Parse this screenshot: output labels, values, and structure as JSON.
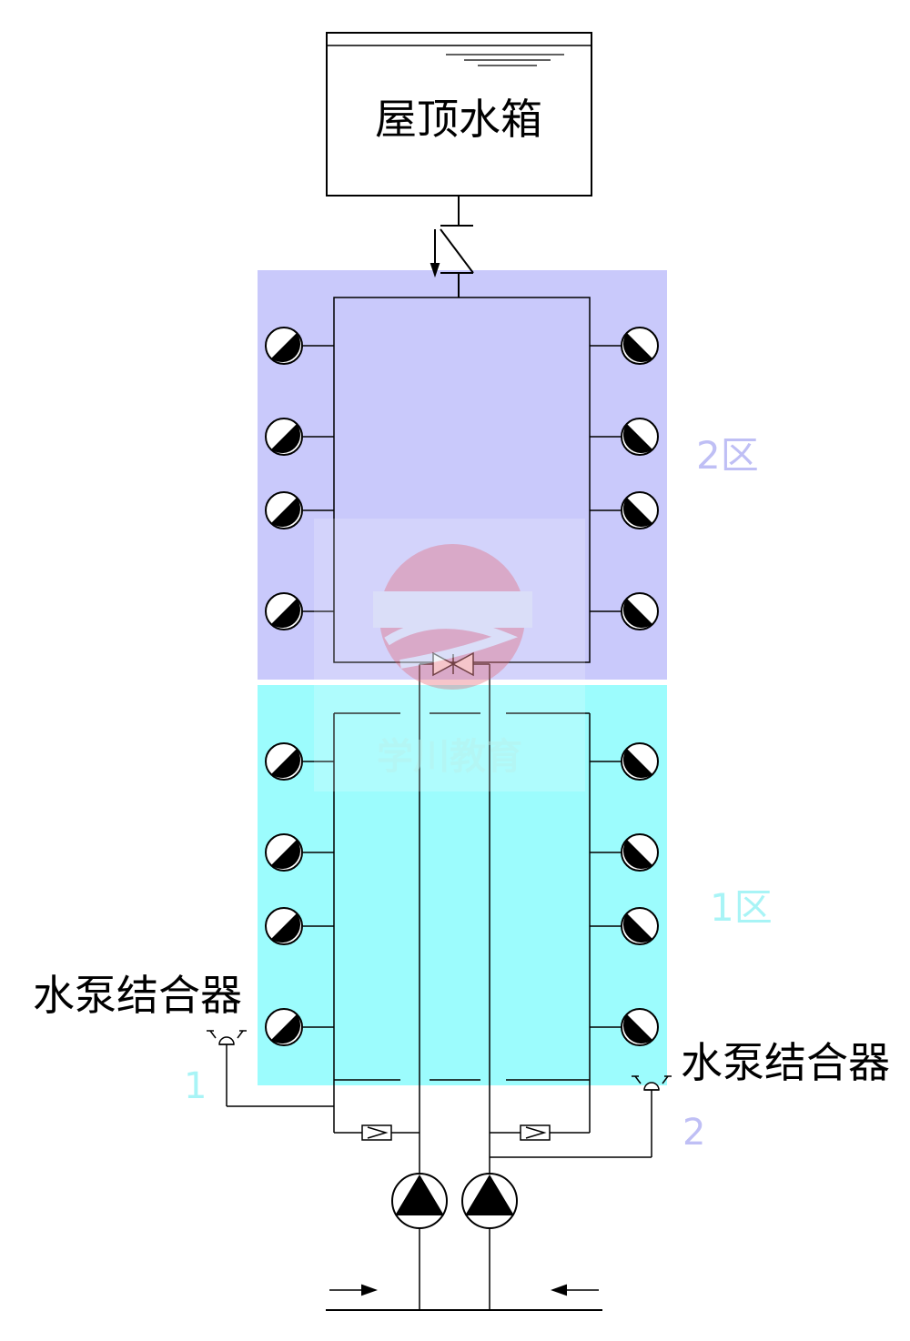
{
  "diagram": {
    "roof_tank_label": "屋顶水箱",
    "zone_upper_label": "2区",
    "zone_lower_label": "1区",
    "pump_adapter_left_label": "水泵结合器",
    "pump_adapter_right_label": "水泵结合器",
    "adapter_left_number": "1",
    "adapter_right_number": "2",
    "watermark_text": "学川教育"
  },
  "colors": {
    "zone_upper_fill": "#c9c9fb",
    "zone_lower_fill": "#9cfcfd",
    "zone_upper_text": "#bfbff5",
    "zone_lower_text": "#a8f4f6",
    "line": "#000000",
    "watermark_red": "#e87a86",
    "watermark_text": "#c7f2ee"
  }
}
